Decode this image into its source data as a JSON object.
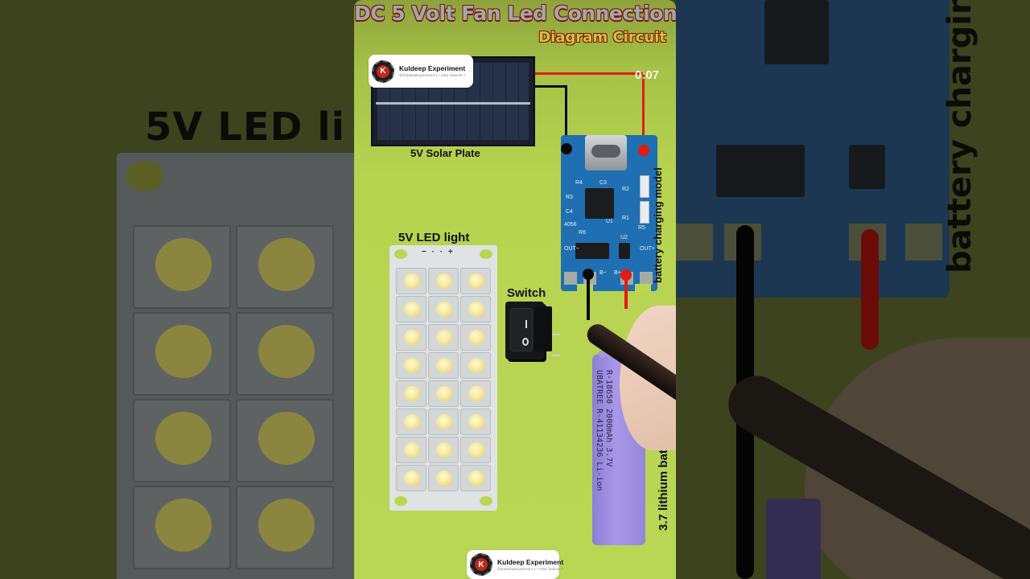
{
  "video": {
    "title": "DC 5 Volt Fan Led Connection",
    "subtitle": "Diagram Circuit",
    "timestamp": "0:07"
  },
  "channel": {
    "name": "Kuldeep Experiment",
    "handle": "@KuldeepExperiment.1 • View channel >",
    "avatar_letter": "K"
  },
  "components": {
    "solar_plate": "5V Solar Plate",
    "led_light": "5V LED light",
    "led_polarity": "− · · +",
    "switch": "Switch",
    "charging_module": "battery charging model",
    "battery_label": "3.7 lithium battery",
    "battery_print": "R-18650 2000mAh 3.7V\nUBATREE R-41134236 Li-ion"
  },
  "module_labels": {
    "r4": "R4",
    "c3": "C3",
    "r3": "R3",
    "r2": "R2",
    "c4": "C4",
    "r1": "R1",
    "r5": "R5",
    "r6": "R6",
    "u1": "U1",
    "u2": "U2",
    "chip": "4056",
    "out_minus": "OUT−",
    "out_plus": "OUT+",
    "b_minus": "B−",
    "b_plus": "B+",
    "minus": "−",
    "plus": "+"
  },
  "background": {
    "left_title": "5V LED li",
    "right_vertical": "battery chargin"
  },
  "colors": {
    "panel_green": "#b9d655",
    "wire_red": "#e41b10",
    "wire_black": "#0a0a0a",
    "pcb_blue": "#1f6fb2",
    "battery_purple": "#a898e8",
    "title_gray": "#a2a8aa",
    "title_outline": "#7a1812",
    "subtitle_gold": "#d9c23c"
  }
}
